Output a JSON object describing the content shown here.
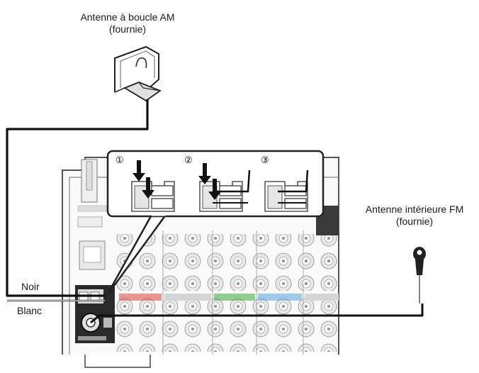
{
  "labels": {
    "am_antenna_line1": "Antenne à boucle AM",
    "am_antenna_line2": "(fournie)",
    "fm_antenna_line1": "Antenne intérieure FM",
    "fm_antenna_line2": "(fournie)",
    "wire_black": "Noir",
    "wire_white": "Blanc"
  },
  "steps": [
    "①",
    "②",
    "③"
  ]
}
